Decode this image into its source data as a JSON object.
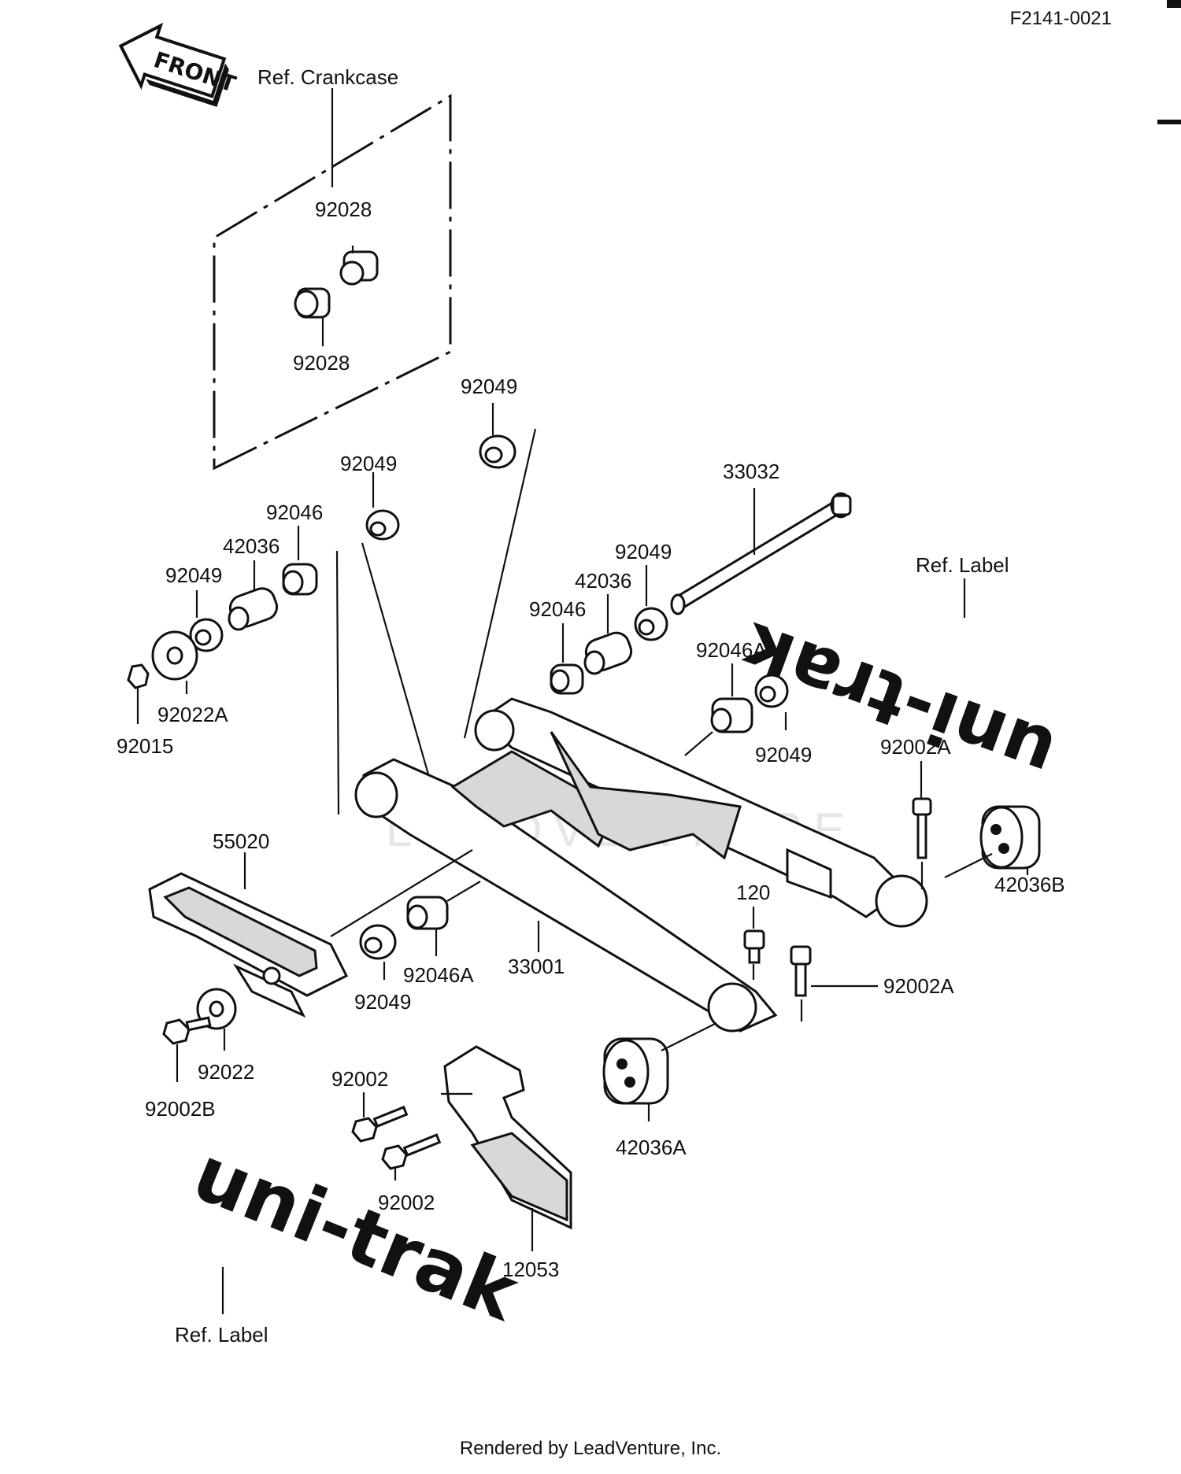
{
  "diagram_code": "F2141-0021",
  "front_tag": "FRONT",
  "footer": "Rendered by LeadVenture, Inc.",
  "watermark": "LEADVENTURE",
  "decal_top": "uni-trak",
  "decal_bottom": "uni-trak",
  "labels": {
    "ref_crankcase": "Ref. Crankcase",
    "p92028_top": "92028",
    "p92028_bot": "92028",
    "p92049_a": "92049",
    "p92049_b": "92049",
    "p92046_a": "92046",
    "p42036_a": "42036",
    "p92049_c": "92049",
    "p92022A": "92022A",
    "p92015": "92015",
    "p33032": "33032",
    "ref_label_top": "Ref. Label",
    "p92049_d": "92049",
    "p42036_b": "42036",
    "p92046_b": "92046",
    "p92046A_a": "92046A",
    "p92049_e": "92049",
    "p92002A_a": "92002A",
    "p42036B": "42036B",
    "p55020": "55020",
    "p120": "120",
    "p92002A_b": "92002A",
    "p92049_f": "92049",
    "p92046A_b": "92046A",
    "p33001": "33001",
    "p92022": "92022",
    "p92002B": "92002B",
    "p92002_a": "92002",
    "p92002_b": "92002",
    "p42036A": "42036A",
    "p12053": "12053",
    "ref_label_bottom": "Ref. Label"
  }
}
